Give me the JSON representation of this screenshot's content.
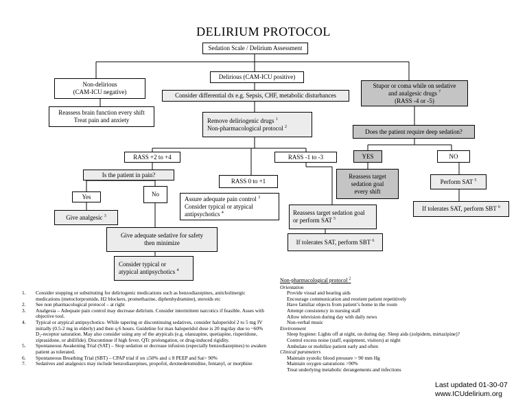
{
  "title": "DELIRIUM PROTOCOL",
  "boxes": {
    "assessment": "Sedation Scale / Delirium Assessment",
    "non_delirious": [
      "Non-delirious",
      "(CAM-ICU negative)"
    ],
    "reassess_brain": [
      "Reassess brain function every shift",
      "Treat pain and anxiety"
    ],
    "delirious": "Delirious (CAM-ICU positive)",
    "differential": "Consider differential dx e.g. Sepsis, CHF, metabolic disturbances",
    "remove_drugs": [
      "Remove deliriogenic drugs",
      "Non-pharmacological protocol"
    ],
    "remove_drugs_refs": [
      "1",
      "2"
    ],
    "stupor": [
      "Stupor or coma while on sedative",
      "and analgesic drugs",
      "(RASS -4 or -5)"
    ],
    "stupor_ref": "7",
    "deep_sedation": "Does the patient require deep sedation?",
    "yes_right": "YES",
    "no_right": "NO",
    "reassess_target_right": [
      "Reassess target",
      "sedation goal",
      "every shift"
    ],
    "perform_sat_right": "Perform SAT",
    "perform_sat_right_ref": "5",
    "tolerates_right": "If tolerates SAT, perform SBT",
    "tolerates_right_ref": "6",
    "rass_agitated": "RASS +2 to +4",
    "rass_calm": "RASS 0 to +1",
    "rass_sedated": "RASS -1 to -3",
    "pain_question": "Is the patient in pain?",
    "yes_left": "Yes",
    "no_left": "No",
    "give_analgesic": "Give analgesic",
    "give_analgesic_ref": "3",
    "assure_pain": [
      "Assure adequate pain control",
      "Consider typical or atypical",
      "antipsychotics"
    ],
    "assure_pain_refs": [
      "3",
      "4"
    ],
    "reassess_target_mid": [
      "Reassess target sedation goal",
      "or perform SAT"
    ],
    "reassess_target_mid_ref": "5",
    "tolerates_mid": "If tolerates SAT, perform SBT",
    "tolerates_mid_ref": "6",
    "adequate_sedative": [
      "Give adequate sedative for safety",
      "then minimize"
    ],
    "consider_typical": [
      "Consider typical or",
      "atypical antipsychotics"
    ],
    "consider_typical_ref": "4"
  },
  "footnotes": [
    {
      "num": "1.",
      "text": "Consider stopping or substituting for deliriogenic medications such as benzodiazepines, anticholinergic medications (metoclorpromide, H2 blockers, promethazine, diphenhydramine), steroids etc"
    },
    {
      "num": "2.",
      "text": "See non pharmacological protocol – at right"
    },
    {
      "num": "3.",
      "text": "Analgesia – Adequate pain control may decrease delirium. Consider intermittent narcotics if feasible. Asses with objective tool."
    },
    {
      "num": "4.",
      "text": "Typical or atypical antipsychotics- While tapering or discontinuing sedatives, consider haloperidol 2 to 5 mg IV initially (0.5-2 mg in elderly) and then q 6 hours. Guideline for max haloperidol dose is 20 mg/day due to ~60% D₂-receptor saturation. May also consider using any of the atypicals (e.g. olanzapine, quetiapine, risperidone, ziprasidone, or abilifide). Discontinue if high fever, QTc prolongation, or drug-induced rigidity."
    },
    {
      "num": "5.",
      "text": "Spontaneous Awakening Trial (SAT) – Stop sedation or decrease infusion (especially benzodiazepines) to awaken patient as tolerated."
    },
    {
      "num": "6.",
      "text": "Spontaneous Breathing Trial (SBT) – CPAP trial if on ≤50% and ≤ 8 PEEP and Sat> 90%"
    },
    {
      "num": "7.",
      "text": "Sedatives and analgesics may include benzodiazepines, propofol, dexmedetomidine, fentanyl, or morphine"
    }
  ],
  "nonpharm": {
    "header": "Non-pharmacological protocol",
    "header_ref": "2",
    "sections": [
      {
        "name": "Orientation",
        "items": [
          "Provide visual and hearing aids",
          "Encourage communication and reorient patient repetitively",
          "Have familiar objects from patient’s home in the room",
          "Attempt consistency in nursing staff",
          "Allow television during day with daily news",
          "Non-verbal music"
        ]
      },
      {
        "name": "Environment",
        "items": [
          "Sleep hygiene: Lights off at night, on during day. Sleep aids (zolpidem, mirtazipine)?",
          "Control excess noise (staff, equipment, visitors) at night",
          "Ambulate or mobilize patient early and often"
        ]
      },
      {
        "name": "Clinical parameters",
        "items": [
          "Maintain systolic blood pressure > 90 mm Hg",
          "Maintain oxygen saturations >90%",
          "Treat underlying metabolic derangements and infections"
        ]
      }
    ]
  },
  "updated": {
    "line1": "Last updated 01-30-07",
    "line2": "www.ICUdelirium.org"
  }
}
